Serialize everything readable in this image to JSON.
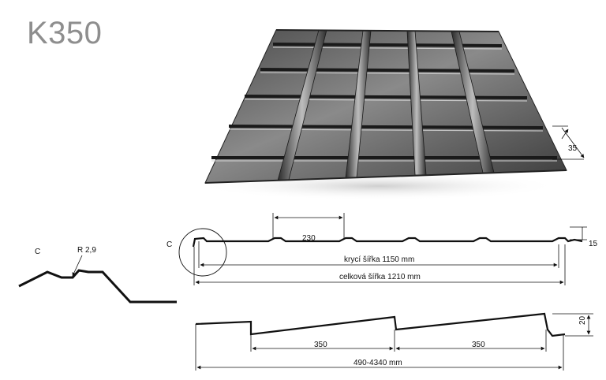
{
  "product": {
    "title": "K350"
  },
  "photo": {
    "depth_label": "35"
  },
  "detail": {
    "corner_label": "C",
    "radius_label": "R 2,9"
  },
  "cross_section": {
    "corner_label": "C",
    "pitch_label": "230",
    "height_label": "15",
    "covering_width_label": "krycí šířka  1150 mm",
    "total_width_label": "celková šířka  1210 mm"
  },
  "longitudinal": {
    "step_height_label": "20",
    "module_1_label": "350",
    "module_2_label": "350",
    "length_label": "490-4340 mm"
  },
  "colors": {
    "sheet_dark": "#3a3a3a",
    "sheet_light": "#9a9a9a",
    "line": "#111111",
    "title": "#8e8e8e"
  }
}
